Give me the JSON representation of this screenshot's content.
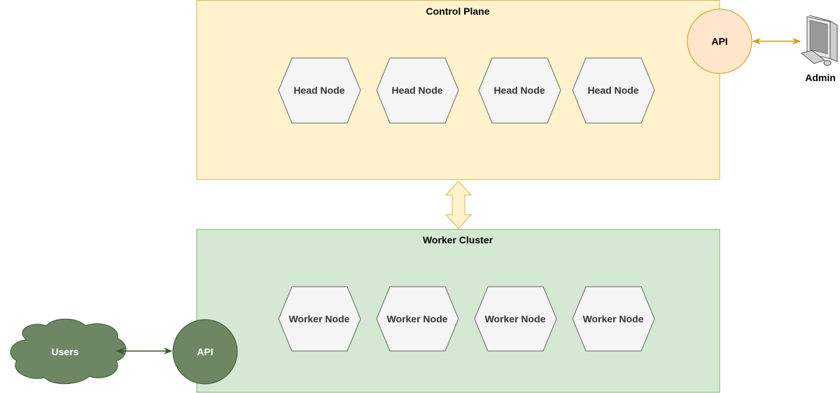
{
  "control_plane": {
    "title": "Control Plane",
    "fill": "#fff2cc",
    "stroke": "#d6b656",
    "nodes": [
      "Head Node",
      "Head Node",
      "Head Node",
      "Head Node"
    ],
    "api_label": "API",
    "api_fill": "#ffe6cc",
    "api_stroke": "#d79b00"
  },
  "worker_cluster": {
    "title": "Worker Cluster",
    "fill": "#d5e8d4",
    "stroke": "#82b366",
    "nodes": [
      "Worker Node",
      "Worker Node",
      "Worker Node",
      "Worker Node"
    ],
    "api_label": "API",
    "api_fill": "#6d8764",
    "api_stroke": "#3a5431"
  },
  "node_style": {
    "fill": "#f5f5f5",
    "stroke": "#666666"
  },
  "admin": {
    "label": "Admin",
    "icon": "desktop-computer-icon"
  },
  "users": {
    "label": "Users",
    "icon": "cloud-icon",
    "fill": "#6d8764"
  },
  "connectors": {
    "admin_api": "#d79b00",
    "plane_cluster": "#fff2cc",
    "users_api": "#3a5431"
  }
}
